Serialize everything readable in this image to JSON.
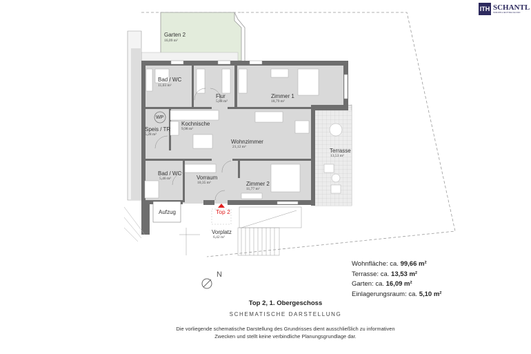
{
  "logo": {
    "mark": "ITH",
    "name": "SCHANTL",
    "tagline": "IMMOBILIENTREUHAND"
  },
  "rooms": {
    "garten2": {
      "name": "Garten 2",
      "area": "16,09 m²"
    },
    "bad1": {
      "name": "Bad / WC",
      "area": "11,03 m²"
    },
    "flur": {
      "name": "Flur",
      "area": "5,88 m²"
    },
    "zimmer1": {
      "name": "Zimmer 1",
      "area": "18,79 m²"
    },
    "wp": {
      "name": "WP"
    },
    "kochnische": {
      "name": "Kochnische",
      "area": "9,98 m²"
    },
    "speis": {
      "name": "Speis / TR",
      "area": "5,28 m²"
    },
    "wohnzimmer": {
      "name": "Wohnzimmer",
      "area": "21,12 m²"
    },
    "terrasse": {
      "name": "Terrasse",
      "area": "13,53 m²"
    },
    "bad2": {
      "name": "Bad / WC",
      "area": "5,46 m²"
    },
    "vorraum": {
      "name": "Vorraum",
      "area": "10,35 m²"
    },
    "zimmer2": {
      "name": "Zimmer 2",
      "area": "11,77 m²"
    },
    "aufzug": {
      "name": "Aufzug"
    },
    "vorplatz": {
      "name": "Vorplatz",
      "area": "6,42 m²"
    }
  },
  "entrance": {
    "label": "Top 2"
  },
  "north": {
    "label": "N"
  },
  "summary": [
    {
      "label": "Wohnfläche: ca.",
      "value": "99,66 m²"
    },
    {
      "label": "Terrasse: ca.",
      "value": "13,53 m²"
    },
    {
      "label": "Garten: ca.",
      "value": "16,09 m²"
    },
    {
      "label": "Einlagerungsraum: ca.",
      "value": "5,10 m²"
    }
  ],
  "title": "Top 2, 1. Obergeschoss",
  "subtitle": "SCHEMATISCHE DARSTELLUNG",
  "disclaimer": [
    "Die vorliegende schematische Darstellung des Grundrisses dient ausschließlich zu informativen",
    "Zwecken und stellt keine verbindliche Planungsgrundlage dar."
  ],
  "colors": {
    "wall": "#6e6e6e",
    "floor": "#d9d9d9",
    "garden": "#e3ecdc",
    "accent": "#e02020",
    "brand": "#2d2a5e"
  }
}
